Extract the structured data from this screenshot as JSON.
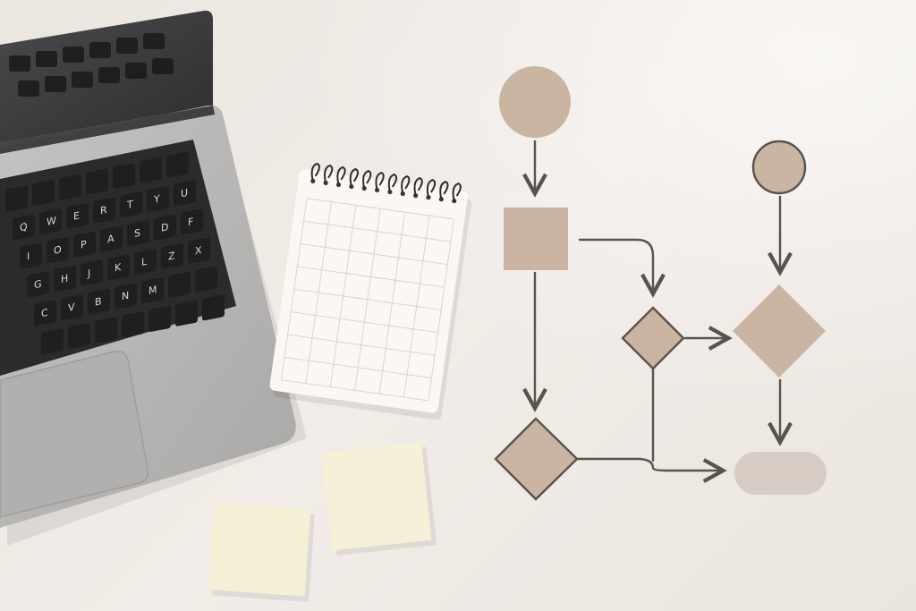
{
  "scene": {
    "description_tags": [
      "laptop",
      "spiral-notepad",
      "sticky-notes",
      "flowchart"
    ]
  },
  "colors": {
    "background": "#efe9e4",
    "laptop_body": "#b9b8b7",
    "laptop_dark": "#3a3a3c",
    "keycap": "#1f1f21",
    "notepad_paper": "#fbf8f3",
    "notepad_grid": "#d9d4cd",
    "sticky_note": "#f6f0d8",
    "flow_fill": "#c9b5a1",
    "flow_stroke": "#5a534d",
    "flow_terminal": "#d6ccc3"
  },
  "keyboard": {
    "visible_key_labels": [
      "Q",
      "W",
      "E",
      "R",
      "T",
      "Y",
      "U",
      "I",
      "O",
      "P",
      "A",
      "S",
      "D",
      "F",
      "G",
      "H",
      "J",
      "K",
      "L",
      "Z",
      "X",
      "C",
      "V",
      "B",
      "N",
      "M"
    ]
  },
  "flowchart": {
    "shape_names": [
      "start-circle",
      "process-box",
      "decision-diamond-small",
      "decision-diamond-bottom",
      "start-circle-right",
      "decision-diamond-right",
      "terminal-pill"
    ]
  }
}
